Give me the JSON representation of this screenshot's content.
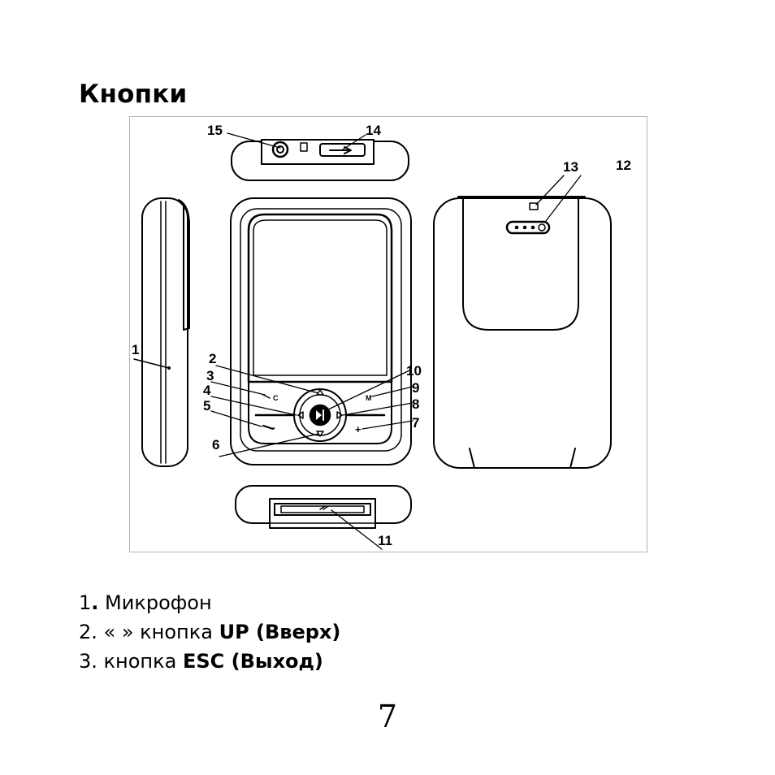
{
  "page": {
    "title": "Кнопки",
    "page_number": "7"
  },
  "figure": {
    "callouts": {
      "c1": "1",
      "c2": "2",
      "c3": "3",
      "c4": "4",
      "c5": "5",
      "c6": "6",
      "c7": "7",
      "c8": "8",
      "c9": "9",
      "c10": "10",
      "c11": "11",
      "c12": "12",
      "c13": "13",
      "c14": "14",
      "c15": "15"
    },
    "button_glyphs": {
      "esc": "C",
      "menu": "M",
      "minus": "−",
      "plus": "+"
    }
  },
  "list": {
    "items": [
      {
        "number": "1",
        "separator": ".",
        "text": " Микрофон",
        "bold": ""
      },
      {
        "number": "2",
        "separator": ".",
        "text": " « » кнопка ",
        "bold": "UP (Вверх)"
      },
      {
        "number": "3",
        "separator": ".",
        "text": " кнопка ",
        "bold": "ESC (Выход)"
      }
    ]
  }
}
